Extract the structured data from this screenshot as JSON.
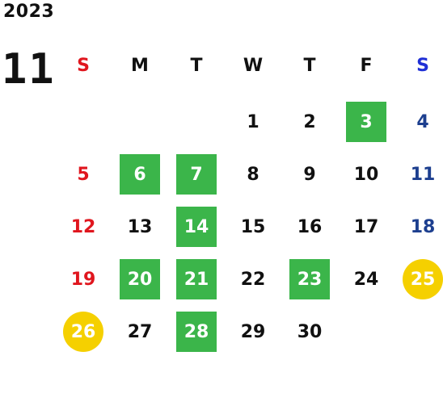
{
  "year": "2023",
  "month": "11",
  "weekday_headers": [
    "S",
    "M",
    "T",
    "W",
    "T",
    "F",
    "S"
  ],
  "weeks": [
    [
      null,
      null,
      null,
      "1",
      "2",
      "3",
      "4"
    ],
    [
      "5",
      "6",
      "7",
      "8",
      "9",
      "10",
      "11"
    ],
    [
      "12",
      "13",
      "14",
      "15",
      "16",
      "17",
      "18"
    ],
    [
      "19",
      "20",
      "21",
      "22",
      "23",
      "24",
      "25"
    ],
    [
      "26",
      "27",
      "28",
      "29",
      "30",
      null,
      null
    ]
  ],
  "highlighted_green": [
    "3",
    "6",
    "7",
    "14",
    "20",
    "21",
    "23",
    "28"
  ],
  "highlighted_yellow_circle": [
    "25",
    "26"
  ],
  "colors": {
    "sunday": "#e0161e",
    "saturday": "#1d3f8f",
    "saturday_header": "#1f2fd6",
    "green_highlight": "#3bb54a",
    "yellow_highlight": "#f5d000",
    "text": "#111111"
  }
}
